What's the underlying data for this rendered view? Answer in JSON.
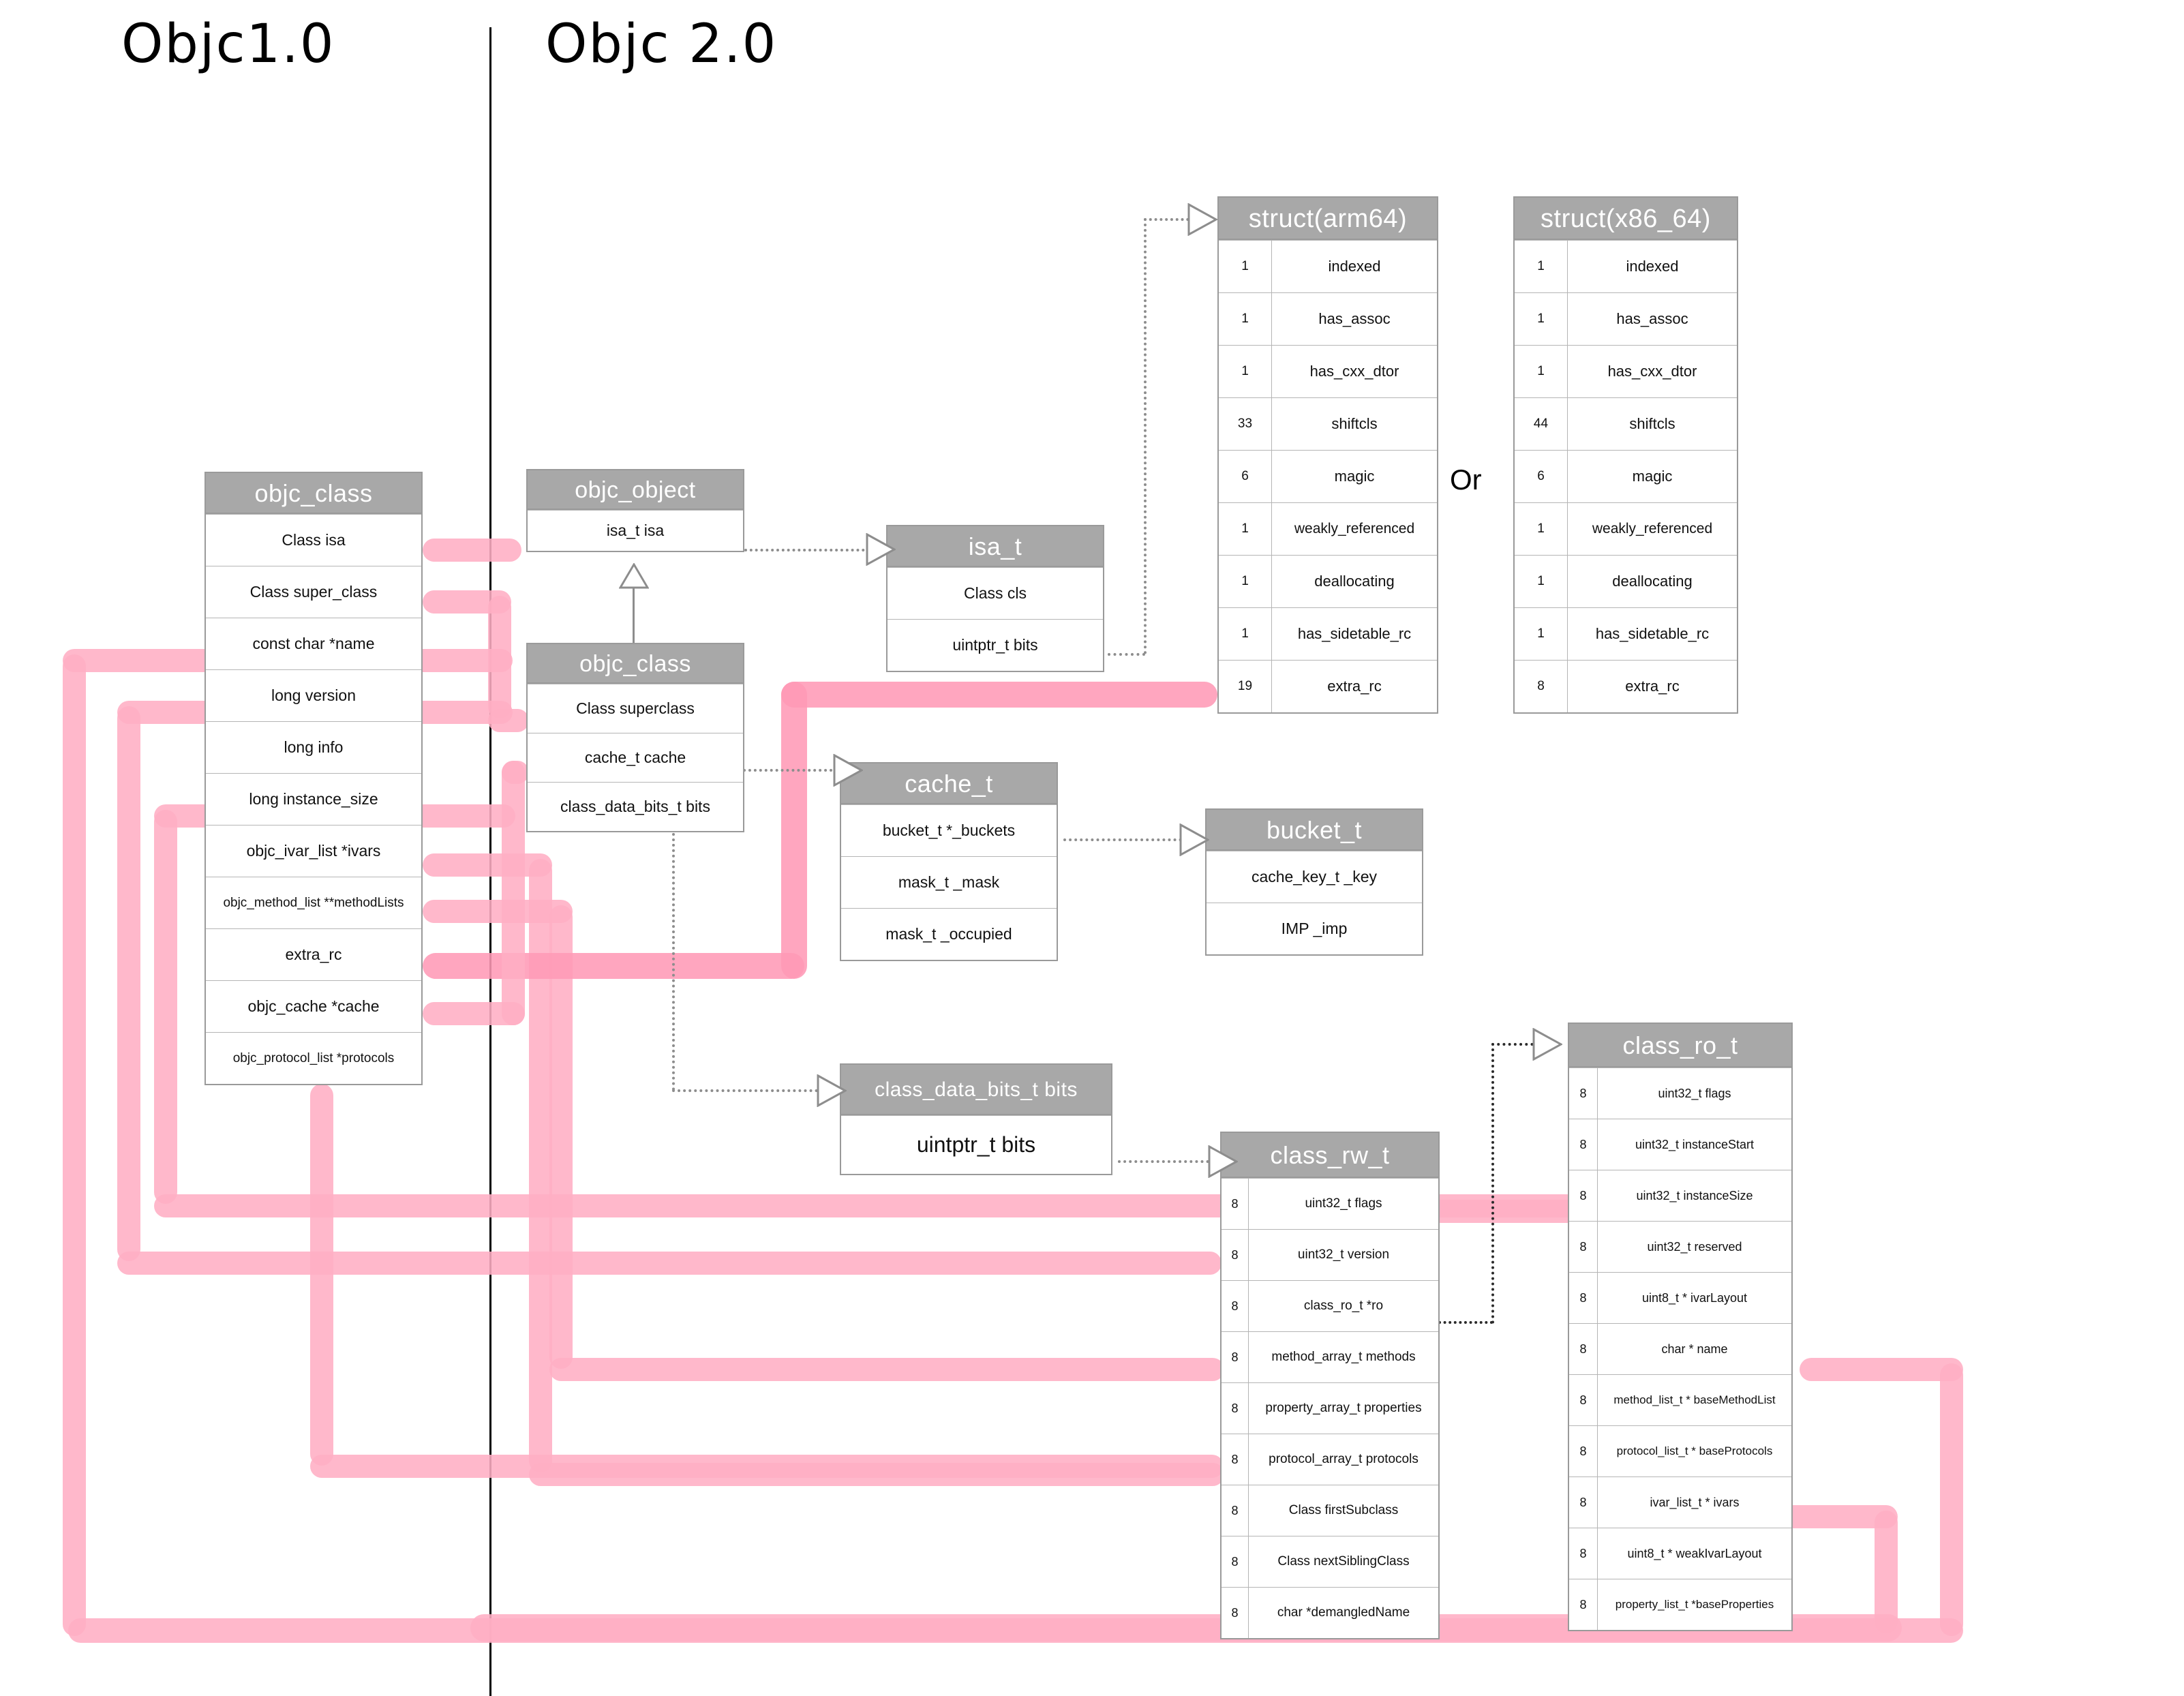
{
  "headings": {
    "left": "Objc1.0",
    "right": "Objc 2.0",
    "or": "Or"
  },
  "boxes": {
    "objc_class_1": {
      "title": "objc_class",
      "rows": [
        "Class isa",
        "Class super_class",
        "const char *name",
        "long version",
        "long info",
        "long instance_size",
        "objc_ivar_list *ivars",
        "objc_method_list **methodLists",
        "extra_rc",
        "objc_cache *cache",
        "objc_protocol_list *protocols"
      ]
    },
    "objc_object": {
      "title": "objc_object",
      "rows": [
        "isa_t isa"
      ]
    },
    "objc_class_2": {
      "title": "objc_class",
      "rows": [
        "Class superclass",
        "cache_t cache",
        "class_data_bits_t bits"
      ]
    },
    "isa_t": {
      "title": "isa_t",
      "rows": [
        "Class cls",
        "uintptr_t bits"
      ]
    },
    "cache_t": {
      "title": "cache_t",
      "rows": [
        "bucket_t *_buckets",
        "mask_t _mask",
        "mask_t _occupied"
      ]
    },
    "bucket_t": {
      "title": "bucket_t",
      "rows": [
        "cache_key_t _key",
        "IMP _imp"
      ]
    },
    "class_data_bits_t": {
      "title": "class_data_bits_t bits",
      "rows": [
        "uintptr_t bits"
      ]
    },
    "struct_arm64": {
      "title": "struct(arm64)",
      "fields": [
        {
          "width": "1",
          "name": "indexed"
        },
        {
          "width": "1",
          "name": "has_assoc"
        },
        {
          "width": "1",
          "name": "has_cxx_dtor"
        },
        {
          "width": "33",
          "name": "shiftcls"
        },
        {
          "width": "6",
          "name": "magic"
        },
        {
          "width": "1",
          "name": "weakly_referenced"
        },
        {
          "width": "1",
          "name": "deallocating"
        },
        {
          "width": "1",
          "name": "has_sidetable_rc"
        },
        {
          "width": "19",
          "name": "extra_rc"
        }
      ]
    },
    "struct_x86_64": {
      "title": "struct(x86_64)",
      "fields": [
        {
          "width": "1",
          "name": "indexed"
        },
        {
          "width": "1",
          "name": "has_assoc"
        },
        {
          "width": "1",
          "name": "has_cxx_dtor"
        },
        {
          "width": "44",
          "name": "shiftcls"
        },
        {
          "width": "6",
          "name": "magic"
        },
        {
          "width": "1",
          "name": "weakly_referenced"
        },
        {
          "width": "1",
          "name": "deallocating"
        },
        {
          "width": "1",
          "name": "has_sidetable_rc"
        },
        {
          "width": "8",
          "name": "extra_rc"
        }
      ]
    },
    "class_rw_t": {
      "title": "class_rw_t",
      "fields": [
        {
          "width": "8",
          "name": "uint32_t flags"
        },
        {
          "width": "8",
          "name": "uint32_t version"
        },
        {
          "width": "8",
          "name": "class_ro_t *ro"
        },
        {
          "width": "8",
          "name": "method_array_t methods"
        },
        {
          "width": "8",
          "name": "property_array_t properties"
        },
        {
          "width": "8",
          "name": "protocol_array_t protocols"
        },
        {
          "width": "8",
          "name": "Class firstSubclass"
        },
        {
          "width": "8",
          "name": "Class nextSiblingClass"
        },
        {
          "width": "8",
          "name": "char *demangledName"
        }
      ]
    },
    "class_ro_t": {
      "title": "class_ro_t",
      "fields": [
        {
          "width": "8",
          "name": "uint32_t flags"
        },
        {
          "width": "8",
          "name": "uint32_t instanceStart"
        },
        {
          "width": "8",
          "name": "uint32_t instanceSize"
        },
        {
          "width": "8",
          "name": "uint32_t reserved"
        },
        {
          "width": "8",
          "name": "uint8_t * ivarLayout"
        },
        {
          "width": "8",
          "name": "char * name"
        },
        {
          "width": "8",
          "name": "method_list_t * baseMethodList"
        },
        {
          "width": "8",
          "name": "protocol_list_t * baseProtocols"
        },
        {
          "width": "8",
          "name": "ivar_list_t * ivars"
        },
        {
          "width": "8",
          "name": "uint8_t * weakIvarLayout"
        },
        {
          "width": "8",
          "name": "property_list_t *baseProperties"
        }
      ]
    }
  },
  "colors": {
    "highlight": "#ffaec4",
    "header_fill": "#a8a8a8",
    "border": "#9a9a9a",
    "connector": "#8d8d8d"
  }
}
